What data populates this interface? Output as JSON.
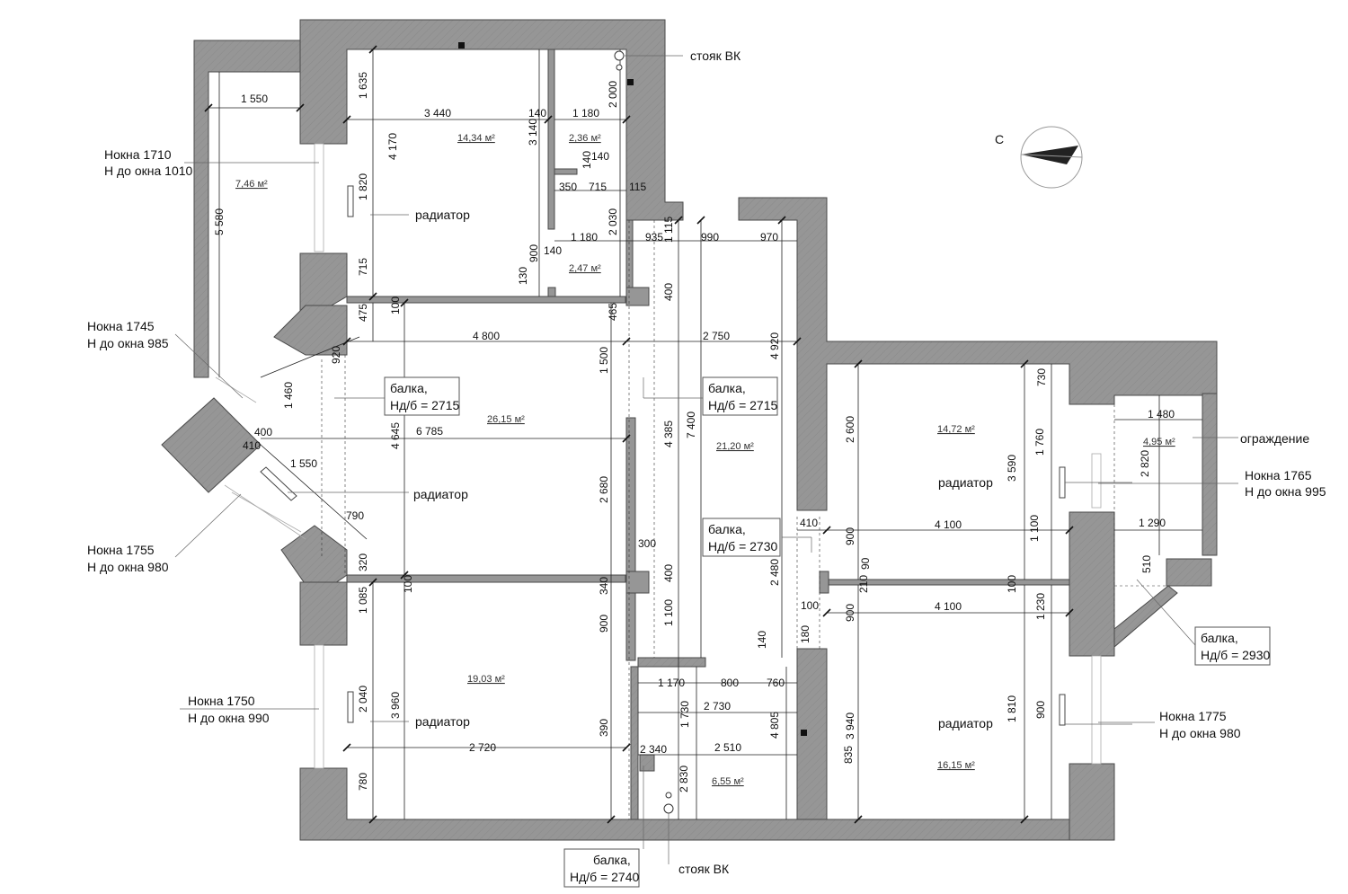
{
  "north": {
    "label": "С"
  },
  "risers": [
    "стояк ВК",
    "стояк ВК"
  ],
  "areas": [
    "14,34 м²",
    "2,36 м²",
    "7,46 м²",
    "2,47 м²",
    "26,15 м²",
    "21,20 м²",
    "14,72 м²",
    "4,95 м²",
    "19,03 м²",
    "6,55 м²",
    "16,15 м²"
  ],
  "labels": {
    "radiator": "радиатор",
    "railing": "ограждение",
    "beam": "балка,"
  },
  "windows": [
    {
      "h": "Нокна 1710",
      "sill": "Н до окна 1010"
    },
    {
      "h": "Нокна 1745",
      "sill": "Н до окна 985"
    },
    {
      "h": "Нокна 1755",
      "sill": "Н до окна 980"
    },
    {
      "h": "Нокна 1750",
      "sill": "Н до окна 990"
    },
    {
      "h": "Нокна 1765",
      "sill": "Н до окна 995"
    },
    {
      "h": "Нокна 1775",
      "sill": "Н до окна 980"
    }
  ],
  "beams": [
    "Нд/б = 2715",
    "Нд/б = 2715",
    "Нд/б = 2730",
    "Нд/б = 2930",
    "Нд/б = 2740"
  ],
  "dims": [
    "1 550",
    "1 635",
    "3 440",
    "140",
    "1 180",
    "2 000",
    "3 140",
    "4 170",
    "1 820",
    "140",
    "140",
    "350",
    "715",
    "115",
    "5 580",
    "1 180",
    "2 030",
    "900",
    "140",
    "715",
    "935",
    "1 115",
    "990",
    "970",
    "130",
    "400",
    "475",
    "100",
    "465",
    "4 800",
    "2 750",
    "4 920",
    "920",
    "1 500",
    "1 460",
    "400",
    "6 785",
    "4 645",
    "4 385",
    "7 400",
    "410",
    "1 550",
    "2 680",
    "300",
    "790",
    "320",
    "100",
    "340",
    "400",
    "1 085",
    "900",
    "1 100",
    "140",
    "180",
    "2 480",
    "100",
    "410",
    "900",
    "90",
    "210",
    "4 100",
    "100",
    "1 100",
    "4 100",
    "900",
    "1 230",
    "2 600",
    "730",
    "3 590",
    "1 760",
    "1 480",
    "2 820",
    "1 290",
    "510",
    "2 040",
    "3 960",
    "1 170",
    "800",
    "760",
    "2 730",
    "1 730",
    "2 510",
    "4 805",
    "2 720",
    "390",
    "2 340",
    "835",
    "780",
    "2 830",
    "3 940",
    "1 810",
    "900"
  ]
}
